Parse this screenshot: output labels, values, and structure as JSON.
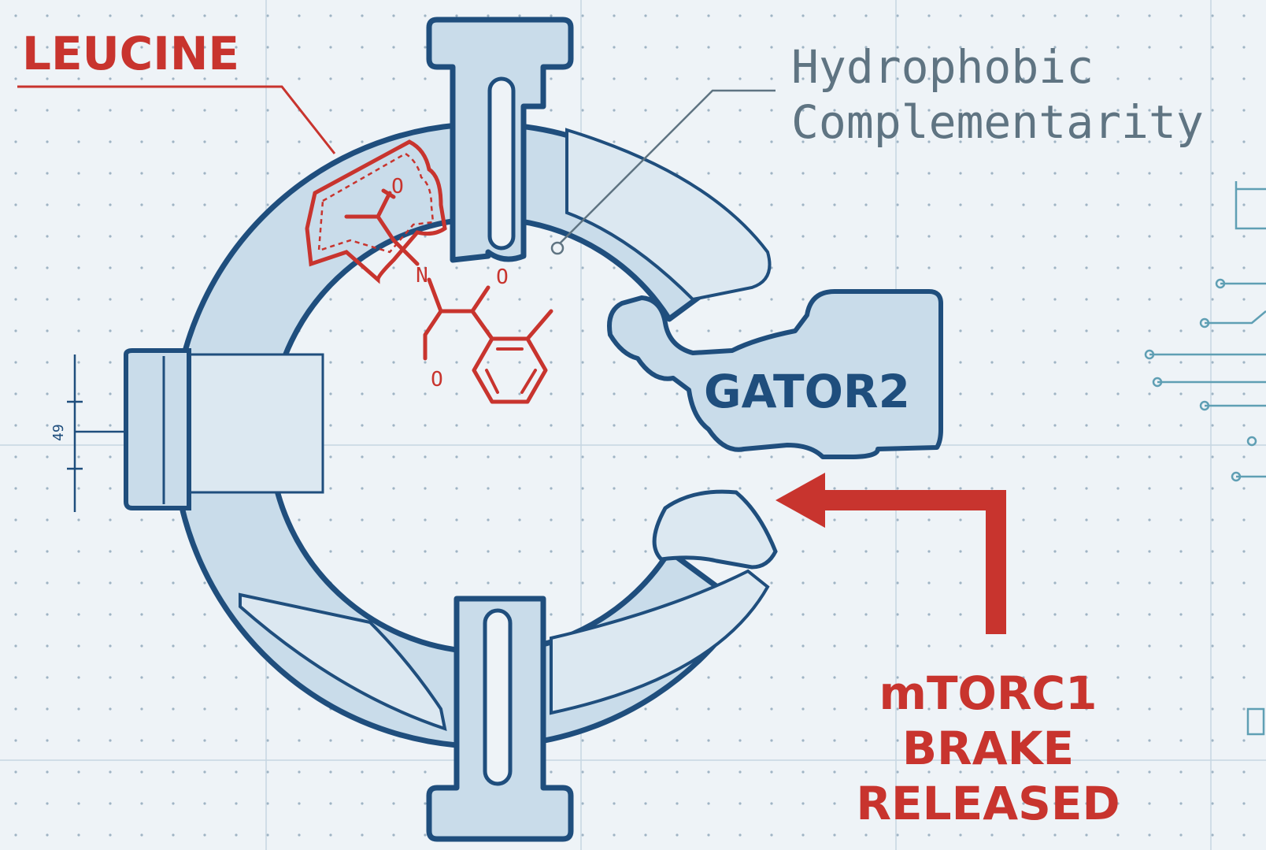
{
  "labels": {
    "ligand": "LEUCINE",
    "annotation_line1": "Hydrophobic",
    "annotation_line2": "Complementarity",
    "partner": "GATOR2",
    "outcome_line1": "mTORC1",
    "outcome_line2": "BRAKE",
    "outcome_line3": "RELEASED",
    "scale_tick": "49",
    "atom_n": "N",
    "atom_o1": "O",
    "atom_o2": "O",
    "atom_o3": "O"
  },
  "colors": {
    "background": "#eef3f7",
    "protein_stroke": "#1f4e7d",
    "protein_fill": "#c9dcea",
    "ligand_red": "#c8342e",
    "annotation_gray": "#5f7482",
    "circuit_teal": "#5f9fb4"
  }
}
